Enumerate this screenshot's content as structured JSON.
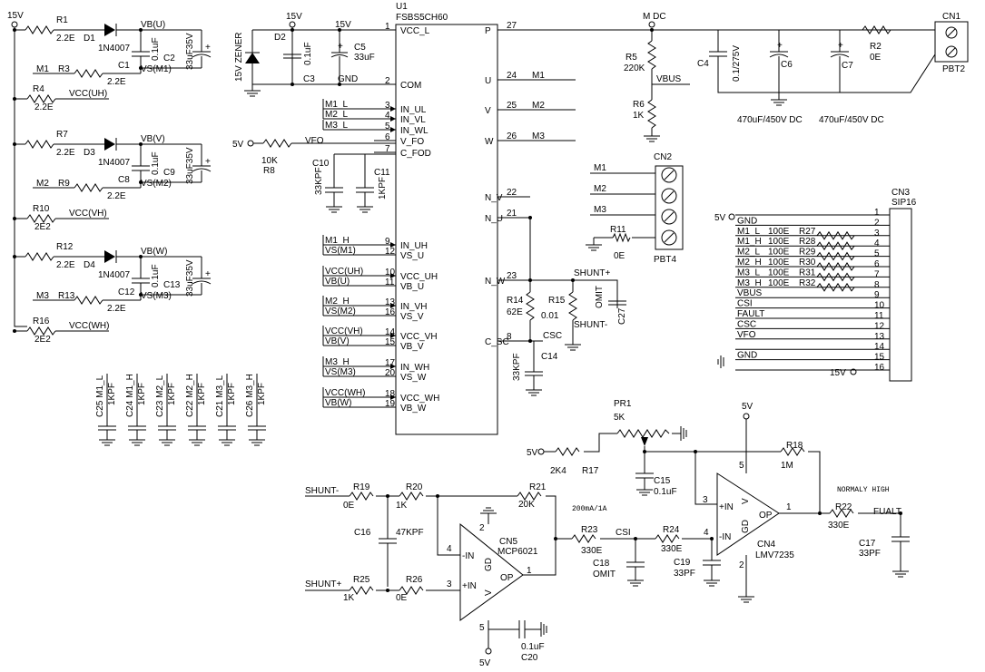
{
  "rail_15v": "15V",
  "rail_5v": "5V",
  "rail_5v_o": "5V",
  "u1": {
    "ref": "U1",
    "part": "FSBS5CH60"
  },
  "u1_left_pins": [
    {
      "num": "1",
      "name": "VCC_L"
    },
    {
      "num": "2",
      "name": "COM"
    },
    {
      "num": "3",
      "name": "IN_UL"
    },
    {
      "num": "4",
      "name": "IN_VL"
    },
    {
      "num": "5",
      "name": "IN_WL"
    },
    {
      "num": "6",
      "name": "V_FO"
    },
    {
      "num": "7",
      "name": "C_FOD"
    },
    {
      "num": "9",
      "name": "IN_UH"
    },
    {
      "num": "12",
      "name": "VS_U"
    },
    {
      "num": "10",
      "name": "VCC_UH"
    },
    {
      "num": "11",
      "name": "VB_U"
    },
    {
      "num": "13",
      "name": "IN_VH"
    },
    {
      "num": "16",
      "name": "VS_V"
    },
    {
      "num": "14",
      "name": "VCC_VH"
    },
    {
      "num": "15",
      "name": "VB_V"
    },
    {
      "num": "17",
      "name": "IN_WH"
    },
    {
      "num": "20",
      "name": "VS_W"
    },
    {
      "num": "18",
      "name": "VCC_WH"
    },
    {
      "num": "19",
      "name": "VB_W"
    }
  ],
  "u1_left_nets": [
    "15V",
    "GND",
    "M1_L",
    "M2_L",
    "M3_L",
    "VFO",
    "M1_H",
    "VS(M1)",
    "VCC(UH)",
    "VB(U)",
    "M2_H",
    "VS(M2)",
    "VCC(VH)",
    "VB(V)",
    "M3_H",
    "VS(M3)",
    "VCC(WH)",
    "VB(W)"
  ],
  "u1_right_pins": [
    {
      "num": "27",
      "name": "P"
    },
    {
      "num": "24",
      "name": "U"
    },
    {
      "num": "25",
      "name": "V"
    },
    {
      "num": "26",
      "name": "W"
    },
    {
      "num": "22",
      "name": "N_V"
    },
    {
      "num": "21",
      "name": "N_U"
    },
    {
      "num": "23",
      "name": "N_W"
    },
    {
      "num": "8",
      "name": "C_SC"
    }
  ],
  "u1_right_nets": [
    "M1",
    "M2",
    "M3",
    "CSC"
  ],
  "bootstrap": [
    {
      "r": "R1",
      "rv": "2.2E",
      "d": "D1",
      "dpart": "1N4007",
      "vb": "VB(U)",
      "c1": "C1",
      "c1v": "0.1uF",
      "c2": "C2",
      "c2v": "33uF35V",
      "m": "M1",
      "rm": "R3",
      "rmv": "2.2E",
      "vs": "VS(M1)",
      "r4": "R4",
      "r4v": "2.2E",
      "vcc": "VCC(UH)"
    },
    {
      "r": "R7",
      "rv": "2.2E",
      "d": "D3",
      "dpart": "1N4007",
      "vb": "VB(V)",
      "c1": "C8",
      "c1v": "0.1uF",
      "c2": "C9",
      "c2v": "33uF35V",
      "m": "M2",
      "rm": "R9",
      "rmv": "2.2E",
      "vs": "VS(M2)",
      "r4": "R10",
      "r4v": "2E2",
      "vcc": "VCC(VH)"
    },
    {
      "r": "R12",
      "rv": "2.2E",
      "d": "D4",
      "dpart": "1N4007",
      "vb": "VB(W)",
      "c1": "C12",
      "c1v": "0.1uF",
      "c2": "C13",
      "c2v": "33uF35V",
      "m": "M3",
      "rm": "R13",
      "rmv": "2.2E",
      "vs": "VS(M3)",
      "r4": "R16",
      "r4v": "2E2",
      "vcc": "VCC(WH)"
    }
  ],
  "supply": {
    "d2": "D2",
    "zener": "15V ZENER",
    "c3": "C3",
    "c3v": "0.1uF",
    "c5": "C5",
    "c5v": "33uF",
    "gnd": "GND"
  },
  "vfo": {
    "r8": "R8",
    "r8v": "10K",
    "c10": "C10",
    "c10v": "33KPF",
    "c11": "C11",
    "c11v": "1KPF"
  },
  "input_caps": [
    {
      "ref": "C25",
      "net": "M1_L",
      "v": "1KPF"
    },
    {
      "ref": "C24",
      "net": "M1_H",
      "v": "1KPF"
    },
    {
      "ref": "C23",
      "net": "M2_L",
      "v": "1KPF"
    },
    {
      "ref": "C22",
      "net": "M2_H",
      "v": "1KPF"
    },
    {
      "ref": "C21",
      "net": "M3_L",
      "v": "1KPF"
    },
    {
      "ref": "C26",
      "net": "M3_H",
      "v": "1KPF"
    }
  ],
  "shunt": {
    "r14": "R14",
    "r14v": "62E",
    "r15": "R15",
    "r15v": "0.01",
    "omit": "OMIT",
    "c27": "C27",
    "plus": "SHUNT+",
    "minus": "SHUNT-",
    "csc": "CSC",
    "c14": "C14",
    "c14v": "33KPF"
  },
  "dc_bus": {
    "mdc": "M DC",
    "r5": "R5",
    "r5v": "220K",
    "vbus": "VBUS",
    "r6": "R6",
    "r6v": "1K",
    "c4": "C4",
    "c4v": "0.1/275V",
    "c6": "C6",
    "c7": "C7",
    "cap_label_1": "470uF/450V DC",
    "cap_label_2": "470uF/450V DC",
    "r2": "R2",
    "r2v": "0E",
    "cn1": "CN1",
    "pbt2": "PBT2"
  },
  "cn2": {
    "ref": "CN2",
    "part": "PBT4",
    "pins": [
      "M1",
      "M2",
      "M3"
    ],
    "r11": "R11",
    "r11v": "0E"
  },
  "cn3": {
    "ref": "CN3",
    "part": "SIP16",
    "supply_label": "5V",
    "supply_label_2": "15V",
    "rows": [
      {
        "n": "1",
        "net": ""
      },
      {
        "n": "2",
        "net": "GND"
      },
      {
        "n": "3",
        "net": "M1_L",
        "val": "100E",
        "r": "R27"
      },
      {
        "n": "4",
        "net": "M1_H",
        "val": "100E",
        "r": "R28"
      },
      {
        "n": "5",
        "net": "M2_L",
        "val": "100E",
        "r": "R29"
      },
      {
        "n": "6",
        "net": "M2_H",
        "val": "100E",
        "r": "R30"
      },
      {
        "n": "7",
        "net": "M3_L",
        "val": "100E",
        "r": "R31"
      },
      {
        "n": "8",
        "net": "M3_H",
        "val": "100E",
        "r": "R32"
      },
      {
        "n": "9",
        "net": "VBUS"
      },
      {
        "n": "10",
        "net": "CSI"
      },
      {
        "n": "11",
        "net": "FAULT"
      },
      {
        "n": "12",
        "net": "CSC"
      },
      {
        "n": "13",
        "net": "VFO"
      },
      {
        "n": "14",
        "net": ""
      },
      {
        "n": "15",
        "net": "GND"
      },
      {
        "n": "16",
        "net": ""
      }
    ]
  },
  "amp": {
    "shunt_minus": "SHUNT-",
    "shunt_plus": "SHUNT+",
    "r19": "R19",
    "r19v": "0E",
    "r20": "R20",
    "r20v": "1K",
    "r21": "R21",
    "r21v": "20K",
    "c16": "C16",
    "c16v": "47KPF",
    "r25": "R25",
    "r25v": "1K",
    "r26": "R26",
    "r26v": "0E",
    "cn5": "CN5",
    "cn5part": "MCP6021",
    "minus_in": "-IN",
    "plus_in": "+IN",
    "out": "OP",
    "gd": "GD",
    "v": "V",
    "p1": "1",
    "p2": "2",
    "p3": "3",
    "p4": "4",
    "p5": "5",
    "c20": "C20",
    "c20v": "0.1uF",
    "note": "200mA/1A",
    "r23": "R23",
    "r23v": "330E",
    "csi": "CSI",
    "c18": "C18",
    "c18v": "OMIT",
    "r24": "R24",
    "r24v": "330E",
    "c19": "C19",
    "c19v": "33PF"
  },
  "comp": {
    "pr1": "PR1",
    "pr1v": "5K",
    "r17": "R17",
    "r17v": "2K4",
    "c15": "C15",
    "c15v": "0.1uF",
    "r18": "R18",
    "r18v": "1M",
    "cn4": "CN4",
    "cn4part": "LMV7235",
    "plus_in": "+IN",
    "minus_in": "-IN",
    "out": "OP",
    "gd": "GD",
    "v": "V",
    "p1": "1",
    "p2": "2",
    "p3": "3",
    "p4": "4",
    "p5": "5",
    "note": "NORMALY HIGH",
    "r22": "R22",
    "r22v": "330E",
    "fault": "FUALT",
    "c17": "C17",
    "c17v": "33PF"
  }
}
